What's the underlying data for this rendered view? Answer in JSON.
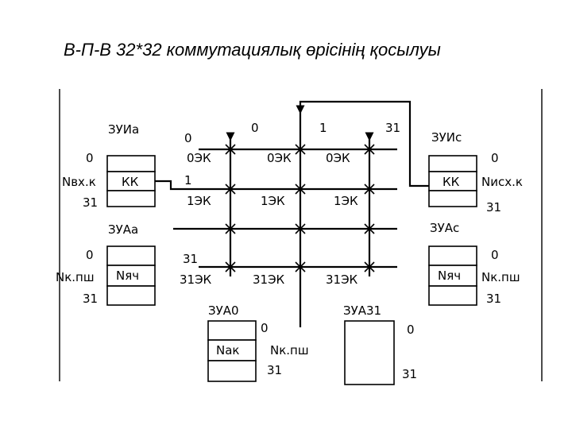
{
  "title": "В-П-В 32*32  коммутациялық өрісінің қосылуы",
  "labels": {
    "zuia": "ЗУИа",
    "zuic": "ЗУИс",
    "zuaa": "ЗУАа",
    "zuac": "ЗУАс",
    "zua0": "ЗУА0",
    "zua31": "ЗУА31",
    "kk": "КК",
    "nyach": "Nяч",
    "nak": "Nак",
    "nvxk": "Nвх.к",
    "nisxk": "Nисх.к",
    "nkpsh": "Nк.пш",
    "zero": "0",
    "one": "1",
    "thirtyone": "31",
    "ek0": "0ЭК",
    "ek1": "1ЭК",
    "ek31": "31ЭК"
  },
  "colors": {
    "line": "#000000",
    "background": "#ffffff"
  }
}
